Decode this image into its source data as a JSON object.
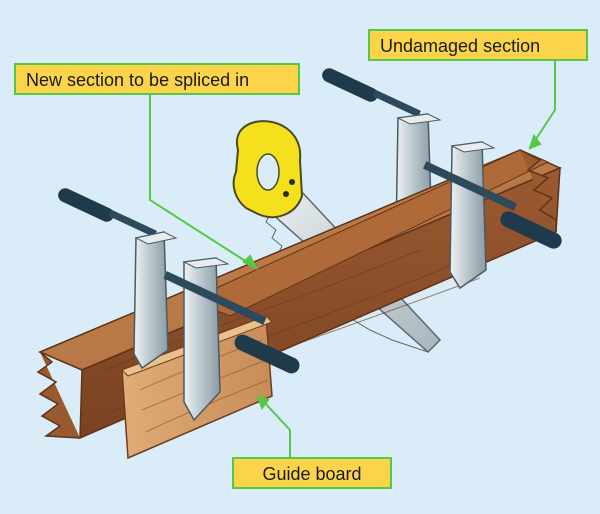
{
  "labels": {
    "undamaged_section": "Undamaged section",
    "new_section": "New section to be spliced in",
    "guide_board": "Guide board"
  },
  "colors": {
    "background": "#d9ecf7",
    "callout_fill": "#fcd44a",
    "callout_border": "#55c848",
    "leader_line": "#55c848",
    "wood_light": "#c98a55",
    "wood_dark": "#8a4f2a",
    "guide_board": "#d9a26d",
    "clamp_metal": "#b8c4cc",
    "clamp_handle": "#1f3a4a",
    "saw_handle": "#f4e01c",
    "saw_blade": "#c9d2d8"
  },
  "icons": [
    "clamp-icon",
    "saw-icon"
  ]
}
